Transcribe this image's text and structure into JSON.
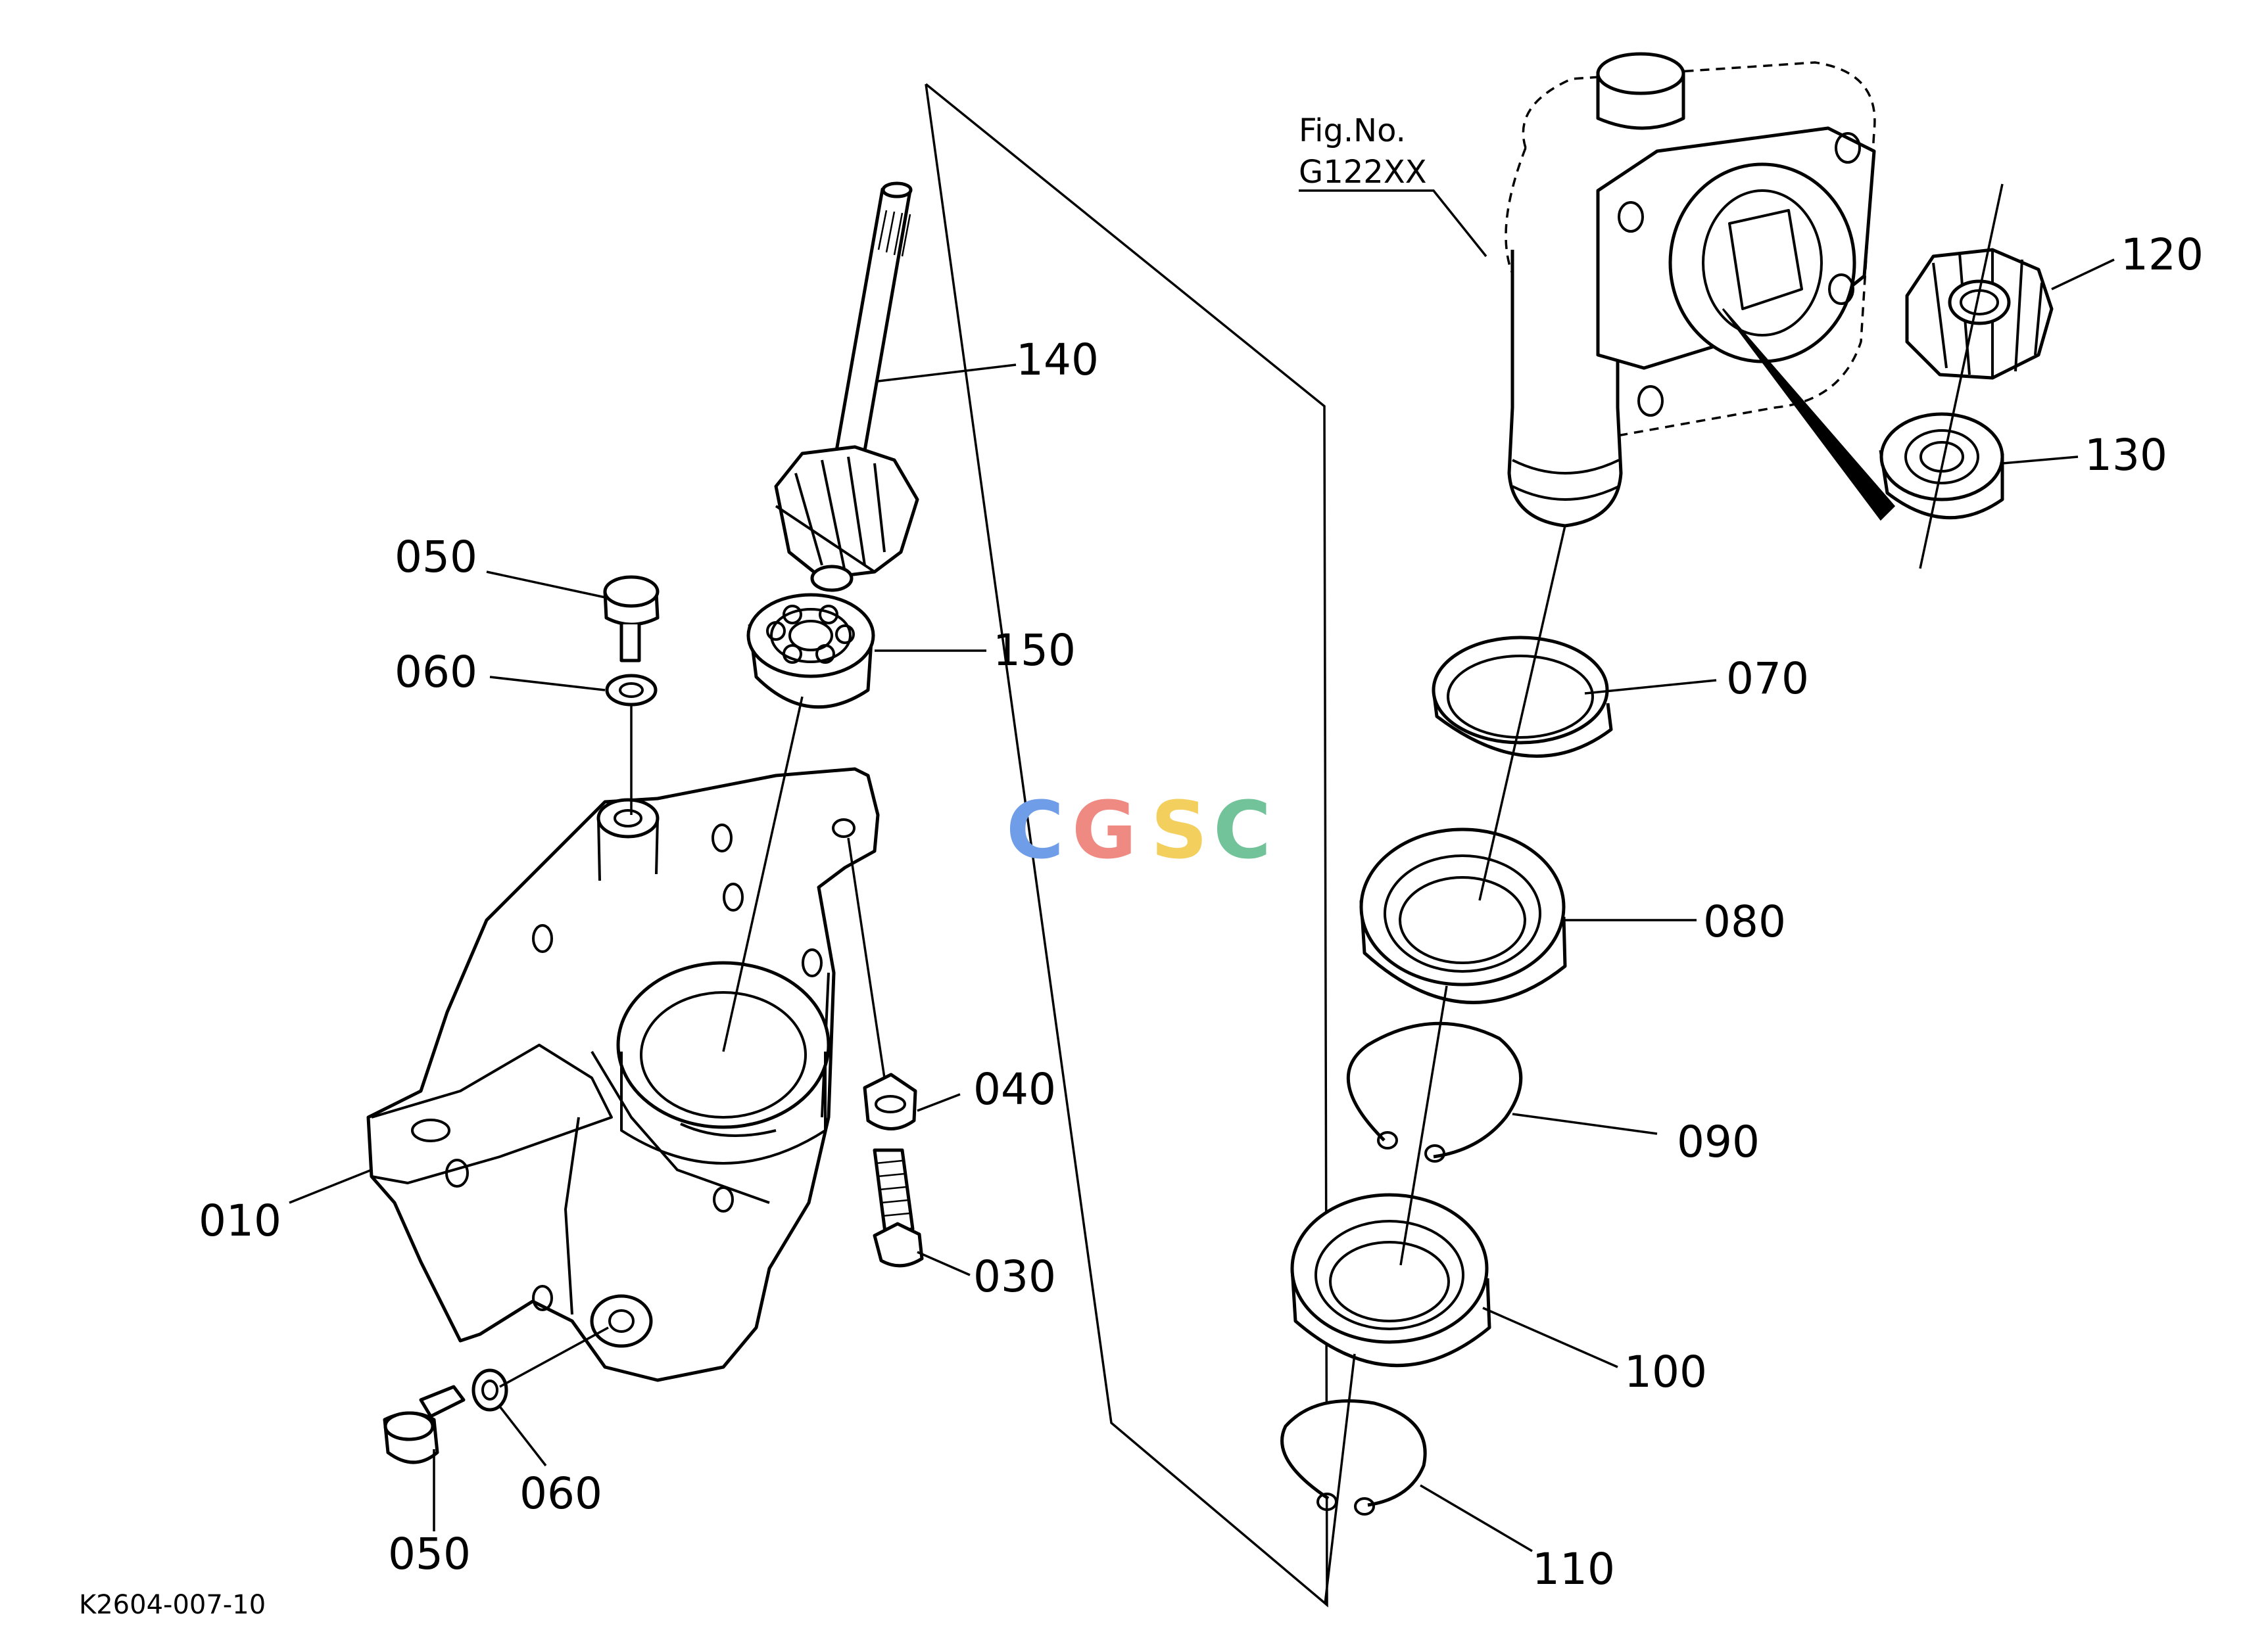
{
  "figure_ref": {
    "line1": "Fig.No.",
    "line2": "G122XX"
  },
  "drawing_number": "K2604-007-10",
  "watermark": {
    "text": "CGSC",
    "colors": [
      "#6f9de8",
      "#ef8a82",
      "#f3cf5e",
      "#72c39a"
    ]
  },
  "callouts": {
    "c010": "010",
    "c030": "030",
    "c040": "040",
    "c050a": "050",
    "c050b": "050",
    "c060a": "060",
    "c060b": "060",
    "c070": "070",
    "c080": "080",
    "c090": "090",
    "c100": "100",
    "c110": "110",
    "c120": "120",
    "c130": "130",
    "c140": "140",
    "c150": "150"
  }
}
